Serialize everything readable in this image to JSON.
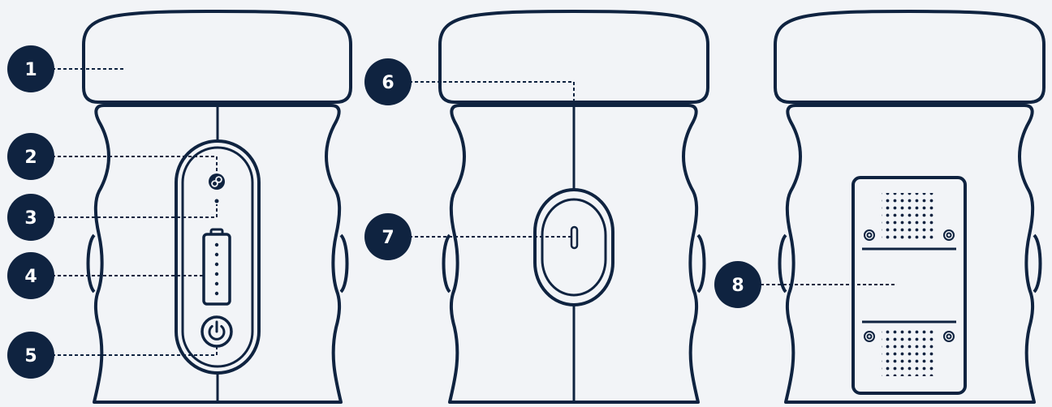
{
  "colors": {
    "background": "#f2f4f7",
    "outline": "#0f2340",
    "device_fill": "#f2f4f7",
    "callout_fill": "#0f2340",
    "callout_text": "#ffffff"
  },
  "callouts": [
    {
      "id": "1",
      "label": "1"
    },
    {
      "id": "2",
      "label": "2"
    },
    {
      "id": "3",
      "label": "3"
    },
    {
      "id": "4",
      "label": "4"
    },
    {
      "id": "5",
      "label": "5"
    },
    {
      "id": "6",
      "label": "6"
    },
    {
      "id": "7",
      "label": "7"
    },
    {
      "id": "8",
      "label": "8"
    }
  ],
  "views": [
    {
      "name": "front-view"
    },
    {
      "name": "side-view"
    },
    {
      "name": "back-view"
    }
  ],
  "icons": {
    "link": "link-icon",
    "power": "power-icon",
    "battery": "battery-icon"
  },
  "battery_level_dots": 6
}
